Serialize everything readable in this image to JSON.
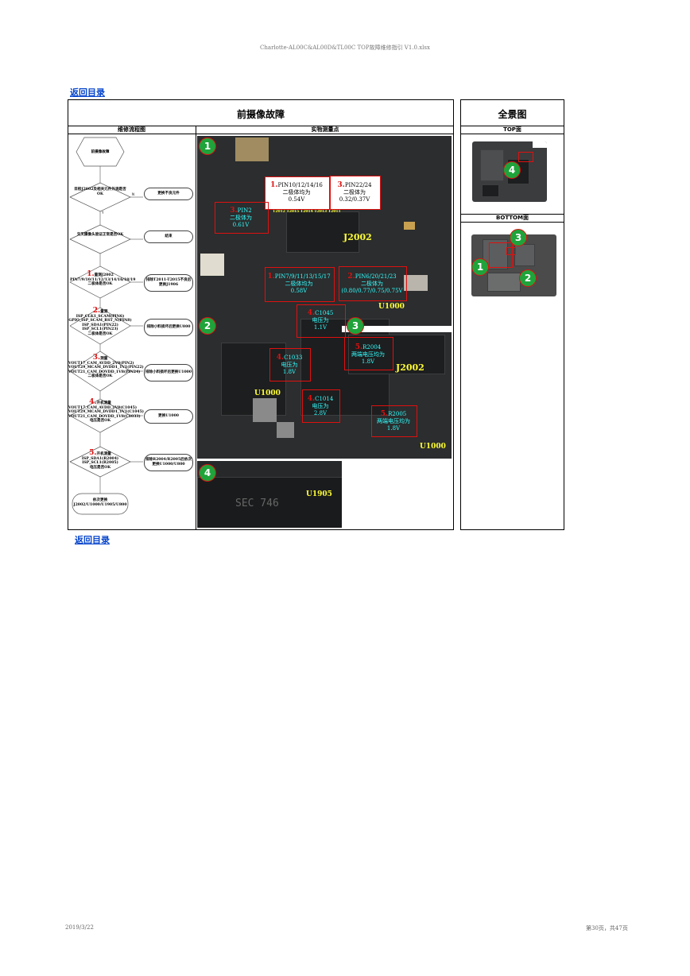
{
  "header": {
    "filename": "Charlotte-AL00C&AL00D&TL00C TOP故障维修指引 V1.0.xlsx"
  },
  "links": {
    "back_top": "返回目录",
    "back_bottom": "返回目录"
  },
  "main_title": "前摄像故障",
  "overview_title": "全景图",
  "col_flow": "维修流程图",
  "col_measure": "实物测量点",
  "top_label": "TOP面",
  "bottom_label": "BOTTOM面",
  "flow": {
    "start": "前摄像故障",
    "q0": "目检J2002及相关元件外观是否OK",
    "a0": "更换不良元件",
    "q1": "交叉摄像头验证正常是否OK",
    "a1": "结束",
    "q2_num": "1.",
    "q2": "量测J2002\nPIN7/9/10/11/12/13/14/16/18/19二极体是否OK",
    "a2": "排除T2011-T2015不良后更换J1906",
    "q3_num": "2.",
    "q3": "量测\nISP_CLK1_SCAM(PIN6)\nGPIO_ISP_SCAM_RST_N(PIN8)\nISP_SDA1(PIN22)\nISP_SCL1(PIN23)\n二极体是否OK",
    "a3": "排除小料损坏后更换U800",
    "q4_num": "3.",
    "q4": "测量\nVOUT17_CAM_AVDD_2V8(PIN2)\nVOUT29_MCAM_DVDD1_1V1(PIN22)\nVOUT21_CAM_DOVDD_1V8(PIN24)二极体是否OK",
    "a4": "排除小料损坏后更换U1000",
    "q5_num": "4.",
    "q5": "开机测量\nVOUT17_CAM_AVDD_2V8(C1045)\nVOUT29_MCAM_DVDD1_1V1(C1045)\nVOUT21_CAM_DOVDD_1V8(C1033)电压是否OK",
    "a5": "更换U1000",
    "q6_num": "5.",
    "q6": "开机测量\nISP_SDA1(R2004)\nISP_SCL1(R2005)\n电压是否OK",
    "a6": "排除R2004/R2005后依次更换U1000/U800",
    "end": "依次更换\nJ2002/U1000/U1905/U800",
    "yes": "Y",
    "no": "N"
  },
  "markers": {
    "m1": {
      "num": "1.",
      "text": "PIN10/12/14/16\n二极体均为\n0.54V"
    },
    "m2": {
      "num": "3.",
      "text": "PIN22/24\n二极体为\n0.32/0.37V"
    },
    "m3": {
      "num": "3.",
      "text": "PIN2\n二极体为\n0.61V"
    },
    "m4": {
      "num": "1.",
      "text": "PIN7/9/11/13/15/17\n二极体均为\n0.58V"
    },
    "m5": {
      "num": "2.",
      "text": "PIN6/20/21/23\n二极体为\n(0.80/0.77/0.75/0.75V"
    },
    "m6": {
      "num": "4.",
      "text": "C1045\n电压为\n1.1V"
    },
    "m7": {
      "num": "4.",
      "text": "C1033\n电压为\n1.8V"
    },
    "m8": {
      "num": "4.",
      "text": "C1014\n电压为\n2.8V"
    },
    "m9": {
      "num": "5.",
      "text": "R2004\n两端电压均为\n1.8V"
    },
    "m10": {
      "num": "5.",
      "text": "R2005\n两端电压均为\n1.8V"
    }
  },
  "board_labels": {
    "j2002_a": "J2002",
    "u1000_a": "U1000",
    "u1000_b": "U1000",
    "j2002_b": "J2002",
    "u1000_c": "U1000",
    "u1905": "U1905",
    "sec": "SEC 746",
    "pin_row": "T2012 T2015 T2014 T2013 T2011"
  },
  "circles": {
    "c1": "1",
    "c2": "2",
    "c3": "3",
    "c4": "4",
    "o_top4": "4",
    "o_b3": "3",
    "o_b1": "1",
    "o_b2": "2"
  },
  "footer": {
    "date": "2019/3/22",
    "page": "第30页，共47页"
  },
  "colors": {
    "marker_red": "#e01010",
    "cyan_text": "#33ffff",
    "label_yellow": "#ffff33",
    "circle_green": "#1fa33a",
    "link_blue": "#0645cc"
  }
}
